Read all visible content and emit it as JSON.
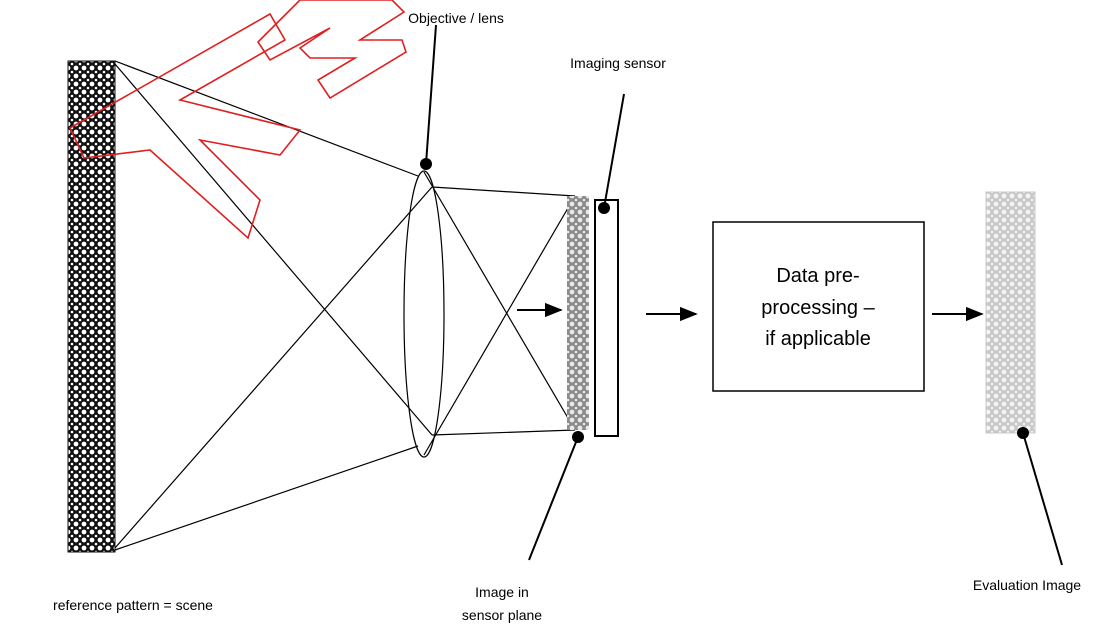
{
  "labels": {
    "objective": "Objective / lens",
    "imaging_sensor": "Imaging sensor",
    "reference_pattern": "reference pattern = scene",
    "image_in_sensor_line1": "Image in",
    "image_in_sensor_line2": "sensor plane",
    "evaluation_image": "Evaluation Image"
  },
  "processing_box": {
    "line1": "Data pre-",
    "line2": "processing –",
    "line3": "if applicable"
  },
  "watermark_text": "WM",
  "colors": {
    "line": "#000000",
    "watermark": "#e02020",
    "pattern_dark": "#111111",
    "pattern_sensor": "#8a8a8a",
    "pattern_eval": "#c8c8c8"
  }
}
